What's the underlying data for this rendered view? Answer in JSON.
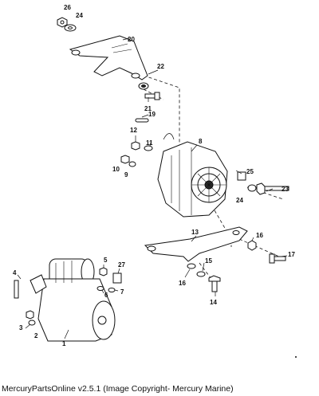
{
  "footer": {
    "copyright": "MercuryPartsOnline v2.5.1 (Image Copyright- Mercury Marine)"
  },
  "callouts": {
    "c1": "1",
    "c2": "2",
    "c3": "3",
    "c4": "4",
    "c5": "5",
    "c6": "6",
    "c7": "7",
    "c8": "8",
    "c9": "9",
    "c10": "10",
    "c11": "11",
    "c12": "12",
    "c13": "13",
    "c14": "14",
    "c15": "15",
    "c16a": "16",
    "c16b": "16",
    "c17": "17",
    "c19": "19",
    "c20": "20",
    "c21": "21",
    "c22": "22",
    "c23": "23",
    "c24a": "24",
    "c24b": "24",
    "c25": "25",
    "c26": "26",
    "c27": "27"
  }
}
